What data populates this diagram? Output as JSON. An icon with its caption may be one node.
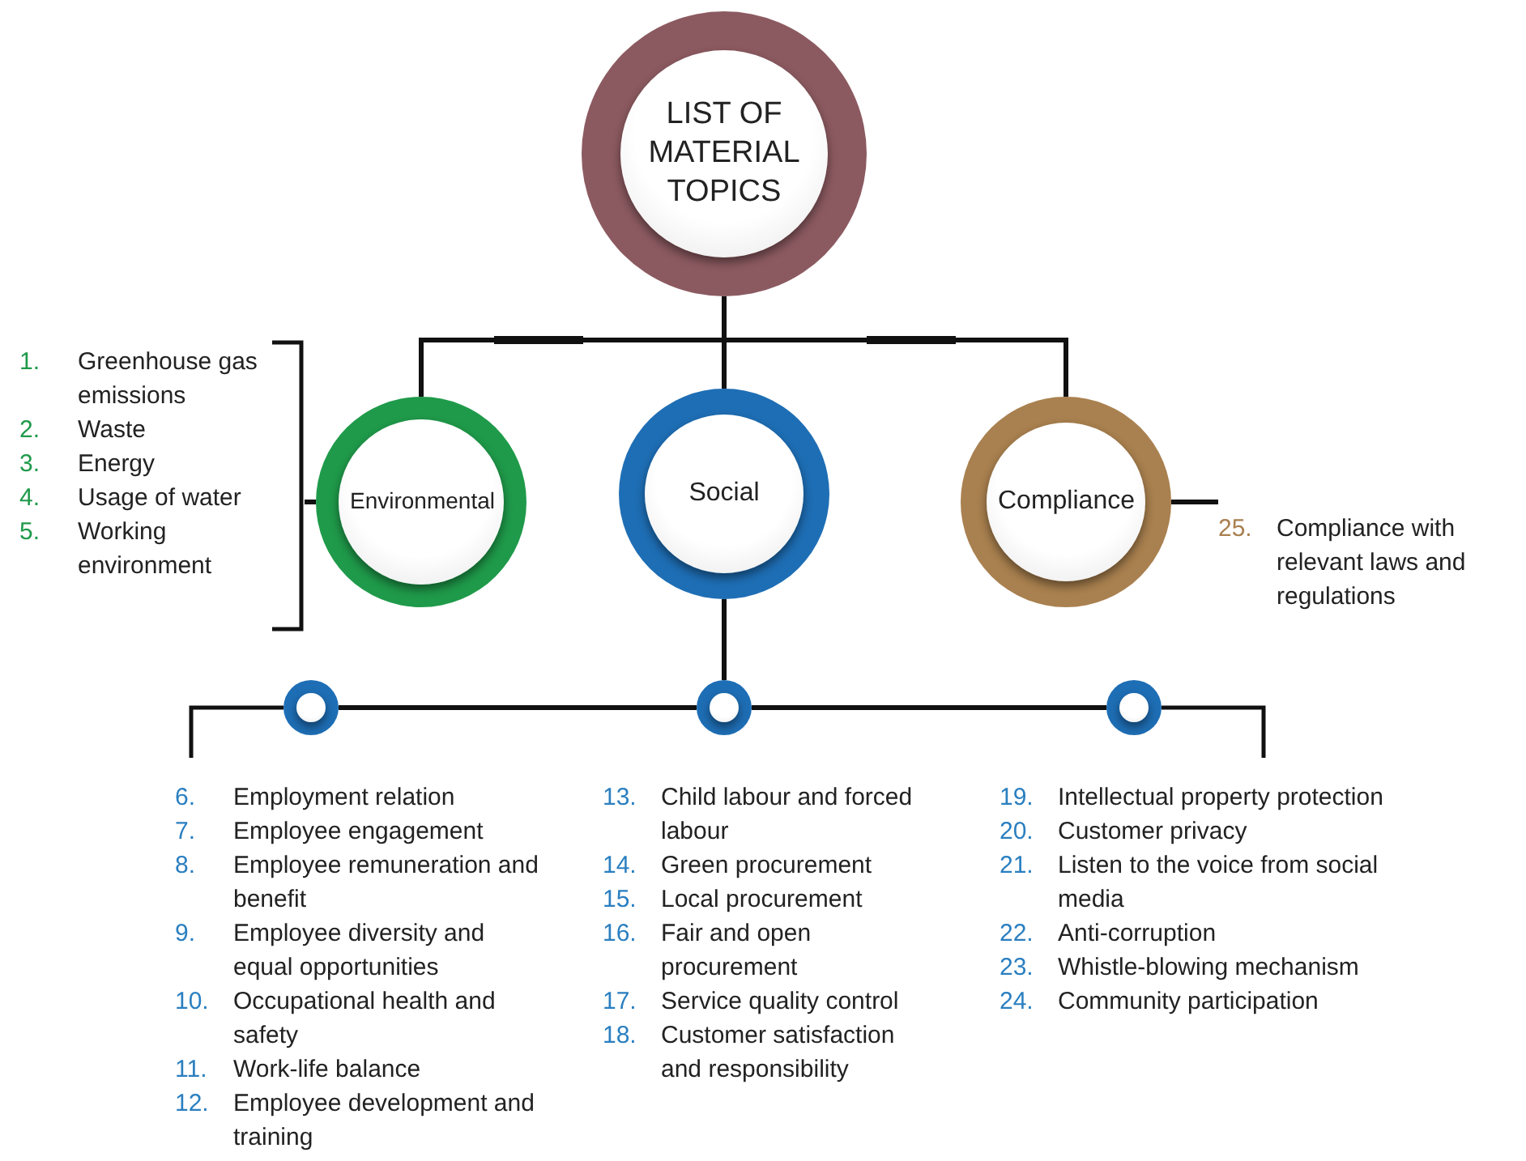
{
  "diagram": {
    "nodes": [
      {
        "text": [
          "LIST OF MATERIAL TOPICS"
        ]
      },
      {
        "text": [
          "Environmental"
        ]
      },
      {
        "text": [
          "Social"
        ]
      },
      {
        "text": [
          "Compliance"
        ]
      },
      {
        "text": [
          "1. Greenhouse gas emissions",
          "2. Waste",
          "3. Energy",
          "4. Usage of water",
          "5. Working environment"
        ]
      },
      {
        "text": [
          "25. Compliance with relevant laws and regulations"
        ]
      },
      {
        "text": [],
        "shape": "circle",
        "beside": [
          "6. Employment relation",
          "7. Employee engagement",
          "8. Employee remuneration and benefit",
          "9. Employee diversity and equal opportunities",
          "10. Occupational health and safety",
          "11. Work-life balance",
          "12. Employee development and training"
        ]
      },
      {
        "text": [],
        "shape": "circle",
        "beside": [
          "13. Child labour and forced labour",
          "14. Green procurement",
          "15. Local procurement",
          "16. Fair and open procurement",
          "17. Service quality control",
          "18. Customer satisfaction and responsibility"
        ]
      },
      {
        "text": [],
        "shape": "circle",
        "beside": [
          "19. Intellectual property protection",
          "20. Customer privacy",
          "21. Listen to the voice from social media",
          "22. Anti-corruption",
          "23. Whistle-blowing mechanism",
          "24. Community participation"
        ]
      }
    ],
    "edges": [
      {
        "from": 0,
        "to": 1,
        "arrow": "none"
      },
      {
        "from": 0,
        "to": 2,
        "arrow": "none"
      },
      {
        "from": 0,
        "to": 3,
        "arrow": "none"
      },
      {
        "from": 1,
        "to": 4,
        "arrow": "none"
      },
      {
        "from": 3,
        "to": 5,
        "arrow": "none"
      },
      {
        "from": 2,
        "to": 7,
        "arrow": "none"
      },
      {
        "from": 7,
        "to": 6,
        "arrow": "none"
      },
      {
        "from": 7,
        "to": 8,
        "arrow": "none"
      }
    ]
  }
}
